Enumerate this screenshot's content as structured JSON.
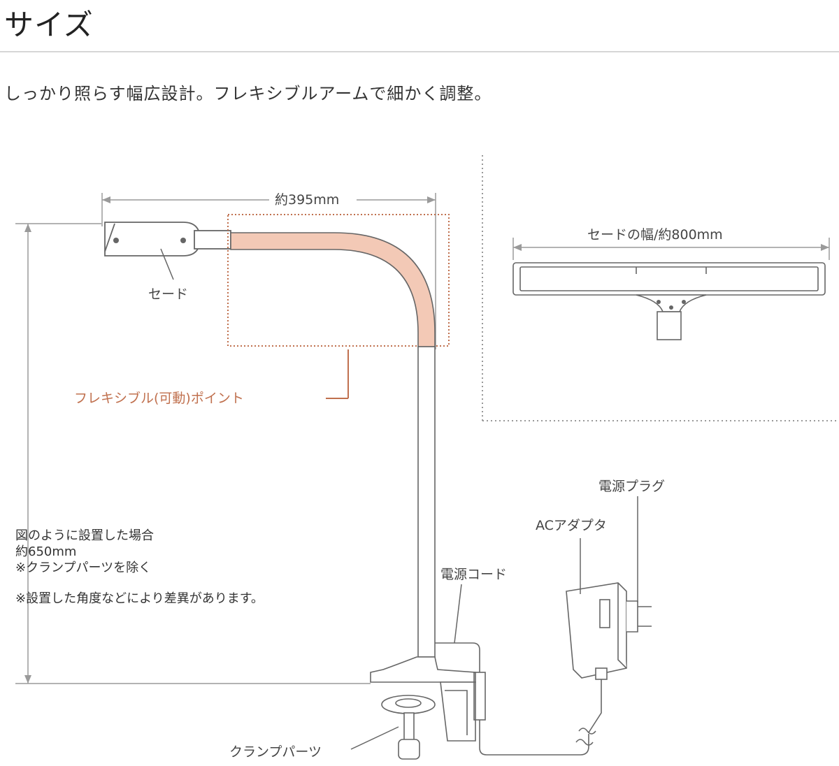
{
  "header": {
    "title": "サイズ",
    "subtitle": "しっかり照らす幅広設計。フレキシブルアームで細かく調整。"
  },
  "labels": {
    "arm_width": "約395mm",
    "shade": "セード",
    "flexible_point": "フレキシブル(可動)ポイント",
    "shade_width": "セードの幅/約800mm",
    "power_plug": "電源プラグ",
    "ac_adapter": "ACアダプタ",
    "power_cord": "電源コード",
    "clamp_parts": "クランプパーツ"
  },
  "notes": {
    "line1": "図のように設置した場合",
    "line2": "約650mm",
    "line3": "※クランプパーツを除く",
    "line4": "※設置した角度などにより差異があります。"
  },
  "colors": {
    "flex_accent": "#c0704e",
    "flex_fill": "#f3c9b6",
    "line": "#666666",
    "dim_line": "#9a9a9a"
  }
}
